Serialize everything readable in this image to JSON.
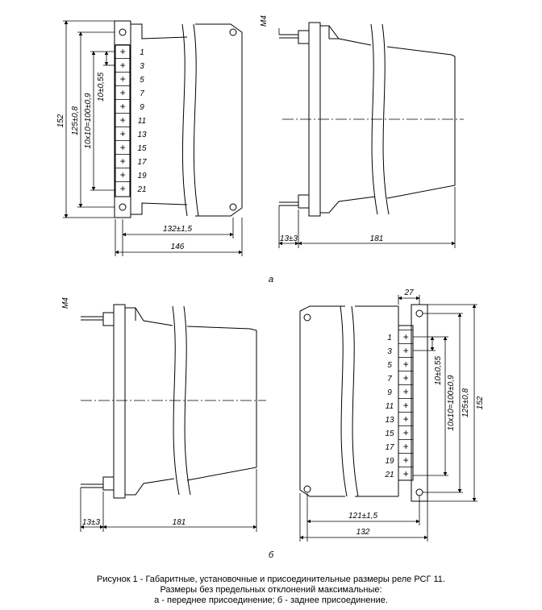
{
  "caption": {
    "line1": "Рисунок 1 - Габаритные, установочные и присоединительные размеры реле РСГ 11.",
    "line2": "Размеры без предельных отклонений максимальные:",
    "line3": "а - переднее присоединение;  б - заднее присоединение."
  },
  "views": {
    "a_label": "а",
    "b_label": "б"
  },
  "terminals": [
    "1",
    "3",
    "5",
    "7",
    "9",
    "11",
    "13",
    "15",
    "17",
    "19",
    "21"
  ],
  "dimensions": {
    "height_total": "152",
    "height_mount": "125±0,8",
    "pitch_sum": "10х10=100±0,9",
    "pitch": "10±0,55",
    "width_mount_a": "132±1,5",
    "width_total_a": "146",
    "thread": "М4",
    "offset": "13±3",
    "depth": "181",
    "block_width": "27",
    "width_mount_b": "121±1,5",
    "width_total_b": "132"
  }
}
